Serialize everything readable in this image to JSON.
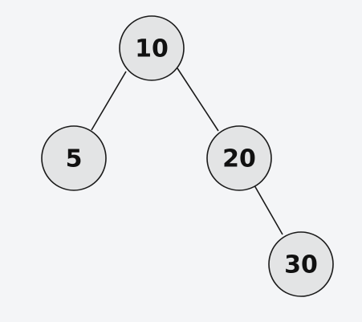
{
  "tree": {
    "nodes": [
      {
        "id": "n10",
        "label": "10"
      },
      {
        "id": "n5",
        "label": "5"
      },
      {
        "id": "n20",
        "label": "20"
      },
      {
        "id": "n30",
        "label": "30"
      }
    ],
    "edges": [
      {
        "from": "n10",
        "to": "n5"
      },
      {
        "from": "n10",
        "to": "n20"
      },
      {
        "from": "n20",
        "to": "n30"
      }
    ]
  }
}
